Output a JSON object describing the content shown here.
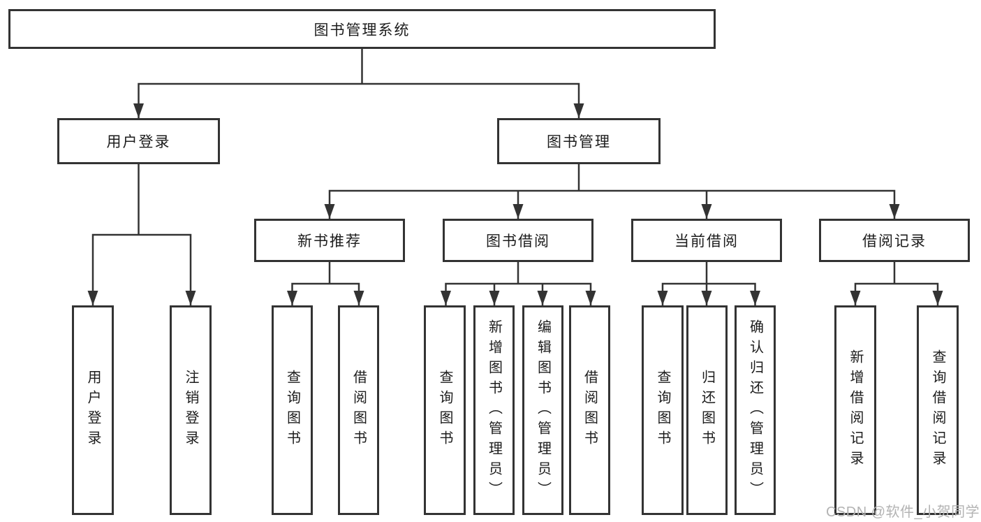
{
  "diagram": {
    "tree": {
      "label": "图书管理系统",
      "children": [
        {
          "label": "用户登录",
          "children": [
            {
              "label": "用户登录"
            },
            {
              "label": "注销登录"
            }
          ]
        },
        {
          "label": "图书管理",
          "children": [
            {
              "label": "新书推荐",
              "children": [
                {
                  "label": "查询图书"
                },
                {
                  "label": "借阅图书"
                }
              ]
            },
            {
              "label": "图书借阅",
              "children": [
                {
                  "label": "查询图书"
                },
                {
                  "label": "新增图书（管理员）"
                },
                {
                  "label": "编辑图书（管理员）"
                },
                {
                  "label": "借阅图书"
                }
              ]
            },
            {
              "label": "当前借阅",
              "children": [
                {
                  "label": "查询图书"
                },
                {
                  "label": "归还图书"
                },
                {
                  "label": "确认归还（管理员）"
                }
              ]
            },
            {
              "label": "借阅记录",
              "children": [
                {
                  "label": "新增借阅记录"
                },
                {
                  "label": "查询借阅记录"
                }
              ]
            }
          ]
        }
      ]
    },
    "watermark": "CSDN @软件_小贺同学",
    "colors": {
      "line": "#333333",
      "text": "#1c1c1c",
      "watermark": "#b3b3b3",
      "background": "#ffffff"
    }
  }
}
